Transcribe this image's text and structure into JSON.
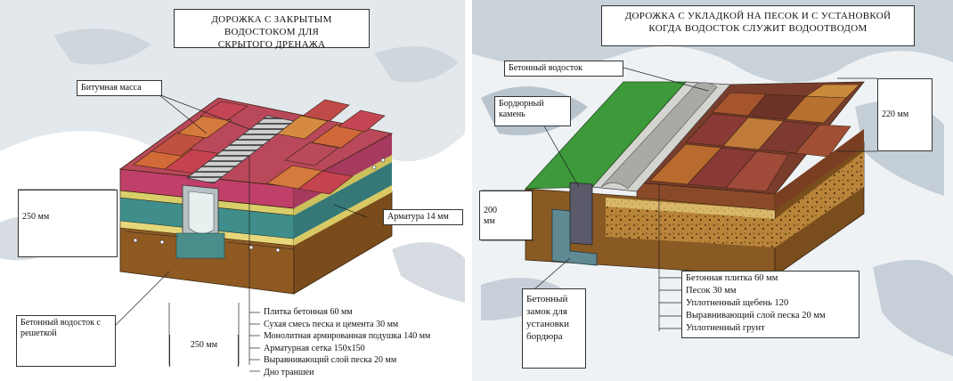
{
  "left": {
    "title_line1": "ДОРОЖКА С ЗАКРЫТЫМ ВОДОСТОКОМ ДЛЯ",
    "title_line2": "СКРЫТОГО ДРЕНАЖА",
    "bitumen_label": "Битумная масса",
    "height_label": "250 мм",
    "rebar_label": "Арматура 14 мм",
    "drain_label_line1": "Бетонный  водосток с",
    "drain_label_line2": "решеткой",
    "width_label": "250 мм",
    "layers": [
      "Плитка бетонная 60 мм",
      "Сухая смесь песка и цемента 30 мм",
      "Монолитная армированная подушка 140 мм",
      "Арматурная сетка 150х150",
      "Выравнивающий слой песка 20 мм",
      "Дно траншеи"
    ]
  },
  "right": {
    "title_line1": "ДОРОЖКА С УКЛАДКОЙ НА ПЕСОК И С УСТАНОВКОЙ",
    "title_line2": "КОГДА ВОДОСТОК СЛУЖИТ ВОДООТВОДОМ",
    "drain_label": "Бетонный водосток",
    "curb_label_line1": "Бордюрный",
    "curb_label_line2": "камень",
    "height_220": "220 мм",
    "height_200_line1": "200",
    "height_200_line2": "мм",
    "lock_label_line1": "Бетонный",
    "lock_label_line2": "замок для",
    "lock_label_line3": "установки",
    "lock_label_line4": "бордюра",
    "layers": [
      "Бетонная плитка 60 мм",
      "Песок 30 мм",
      "Уплотненный щебень 120",
      "Выравнивающий слой песка 20 мм",
      "Уплотненный грунт"
    ]
  }
}
